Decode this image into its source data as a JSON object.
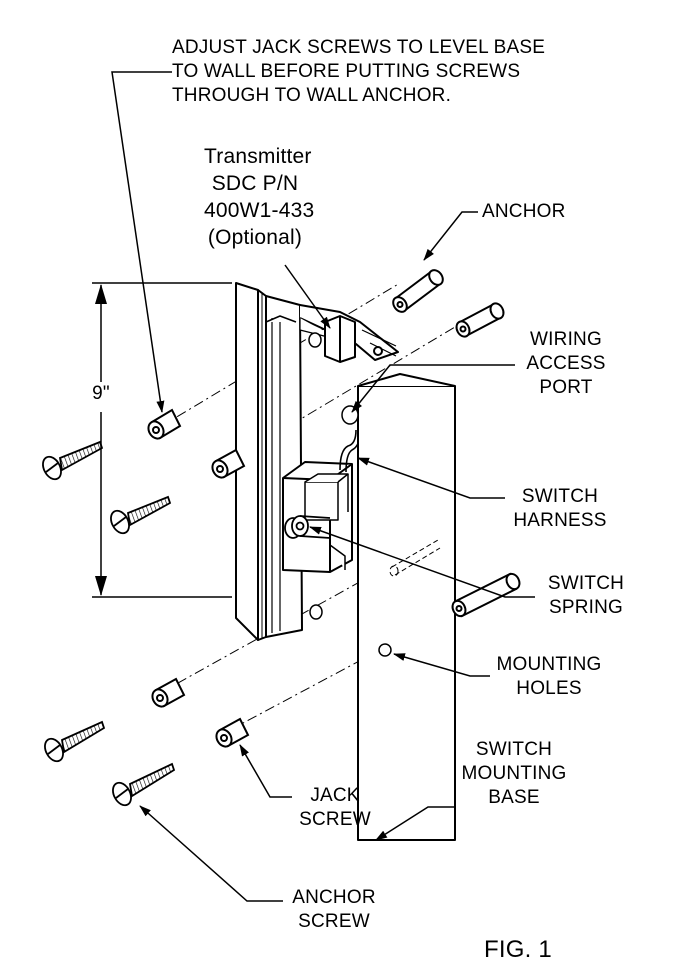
{
  "note": [
    "ADJUST JACK SCREWS TO LEVEL BASE",
    "TO WALL BEFORE PUTTING SCREWS",
    "THROUGH TO WALL ANCHOR."
  ],
  "transmitter": [
    "Transmitter",
    "SDC P/N",
    "400W1-433",
    "(Optional)"
  ],
  "dimension": "9\"",
  "labels": {
    "anchor": [
      "ANCHOR"
    ],
    "wiring_access_port": [
      "WIRING",
      "ACCESS",
      "PORT"
    ],
    "switch_harness": [
      "SWITCH",
      "HARNESS"
    ],
    "switch_spring": [
      "SWITCH",
      "SPRING"
    ],
    "mounting_holes": [
      "MOUNTING",
      "HOLES"
    ],
    "switch_mounting_base": [
      "SWITCH",
      "MOUNTING",
      "BASE"
    ],
    "jack_screw": [
      "JACK",
      "SCREW"
    ],
    "anchor_screw": [
      "ANCHOR",
      "SCREW"
    ]
  },
  "figure": "FIG. 1"
}
